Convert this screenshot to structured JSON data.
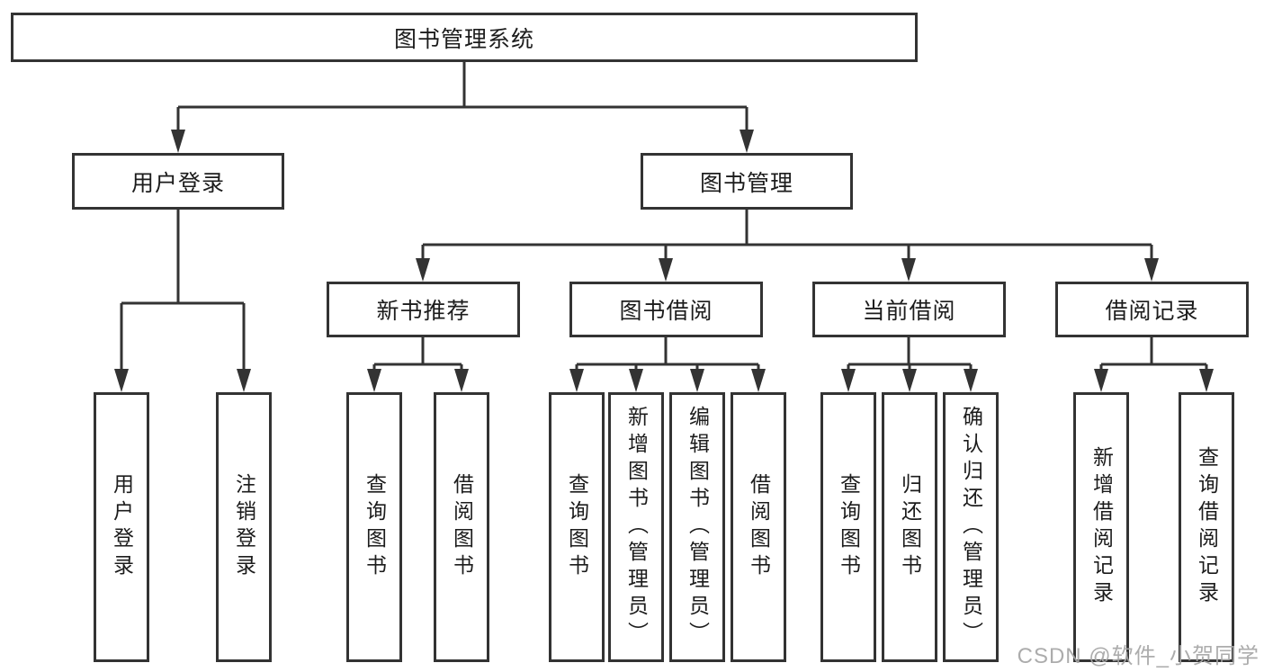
{
  "diagram": {
    "root": {
      "label": "图书管理系统"
    },
    "level2": [
      {
        "label": "用户登录"
      },
      {
        "label": "图书管理"
      }
    ],
    "level3": [
      {
        "label": "新书推荐"
      },
      {
        "label": "图书借阅"
      },
      {
        "label": "当前借阅"
      },
      {
        "label": "借阅记录"
      }
    ],
    "leaves": [
      {
        "label": "用户登录"
      },
      {
        "label": "注销登录"
      },
      {
        "label": "查询图书"
      },
      {
        "label": "借阅图书"
      },
      {
        "label": "查询图书"
      },
      {
        "label": "新增图书（管理员）"
      },
      {
        "label": "编辑图书（管理员）"
      },
      {
        "label": "借阅图书"
      },
      {
        "label": "查询图书"
      },
      {
        "label": "归还图书"
      },
      {
        "label": "确认归还（管理员）"
      },
      {
        "label": "新增借阅记录"
      },
      {
        "label": "查询借阅记录"
      }
    ],
    "watermark": {
      "text": "CSDN @软件_小贺同学"
    },
    "colors": {
      "line": "#333333",
      "box_border": "#333333",
      "text": "#1c1c1c",
      "watermark": "#a6a6a6",
      "background": "#ffffff"
    }
  }
}
